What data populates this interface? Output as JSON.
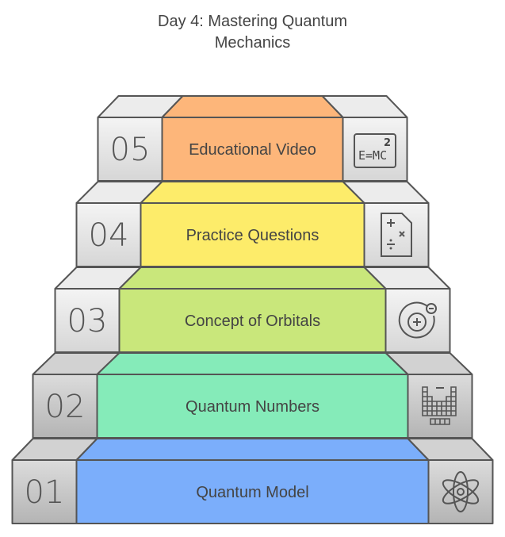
{
  "title_line1": "Day 4: Mastering Quantum",
  "title_line2": "Mechanics",
  "steps": [
    {
      "number": "01",
      "label": "Quantum Model",
      "icon": "atom-icon",
      "color": "#7BAEFB"
    },
    {
      "number": "02",
      "label": "Quantum Numbers",
      "icon": "periodic-table-icon",
      "color": "#85EBB9"
    },
    {
      "number": "03",
      "label": "Concept of Orbitals",
      "icon": "orbital-icon",
      "color": "#C9E77B"
    },
    {
      "number": "04",
      "label": "Practice Questions",
      "icon": "math-worksheet-icon",
      "color": "#FDEC6A"
    },
    {
      "number": "05",
      "label": "Educational Video",
      "icon": "e-equals-mc2-icon",
      "color": "#FDB67A"
    }
  ],
  "icon_text": {
    "emc": "E=MC",
    "sq": "2"
  }
}
